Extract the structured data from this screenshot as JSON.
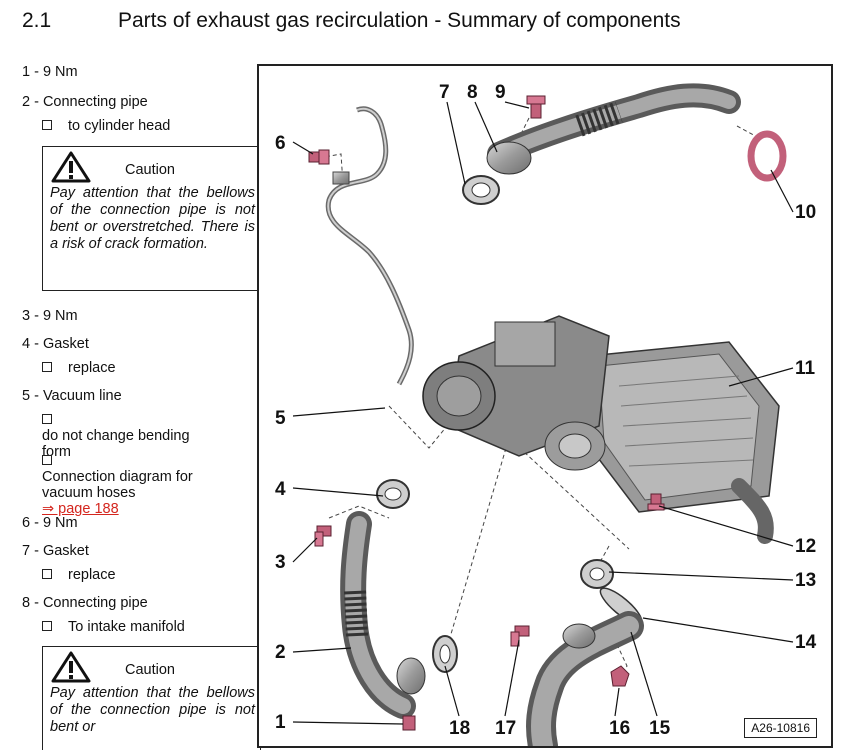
{
  "heading": {
    "number": "2.1",
    "title": "Parts of exhaust gas recirculation - Summary of components"
  },
  "items": [
    {
      "label": "1 - 9 Nm"
    },
    {
      "label": "2 - Connecting pipe",
      "subs": [
        "to cylinder head"
      ]
    },
    {
      "label": "3 - 9 Nm"
    },
    {
      "label": "4 - Gasket",
      "subs": [
        "replace"
      ]
    },
    {
      "label": "5 - Vacuum line",
      "subs": [
        "do not change bending form",
        "Connection diagram for vacuum hoses"
      ],
      "link": "⇒ page 188"
    },
    {
      "label": "6 - 9 Nm"
    },
    {
      "label": "7 - Gasket",
      "subs": [
        "replace"
      ]
    },
    {
      "label": "8 - Connecting pipe",
      "subs": [
        "To intake manifold"
      ]
    }
  ],
  "caution": {
    "title": "Caution",
    "text": "Pay attention that the bellows of the connection pipe is not bent or overstretched. There is a risk of crack formation.",
    "text_cut": "Pay attention that the bellows of the connection pipe is not bent or"
  },
  "figure": {
    "id": "A26-10816",
    "callouts": [
      "1",
      "2",
      "3",
      "4",
      "5",
      "6",
      "7",
      "8",
      "9",
      "10",
      "11",
      "12",
      "13",
      "14",
      "15",
      "16",
      "17",
      "18"
    ]
  },
  "colors": {
    "bolt": "#c2607a",
    "part": "#8c8c8c",
    "text": "#111111",
    "link": "#d4261e"
  },
  "icons": [
    "warning-triangle-icon",
    "checkbox-icon"
  ]
}
